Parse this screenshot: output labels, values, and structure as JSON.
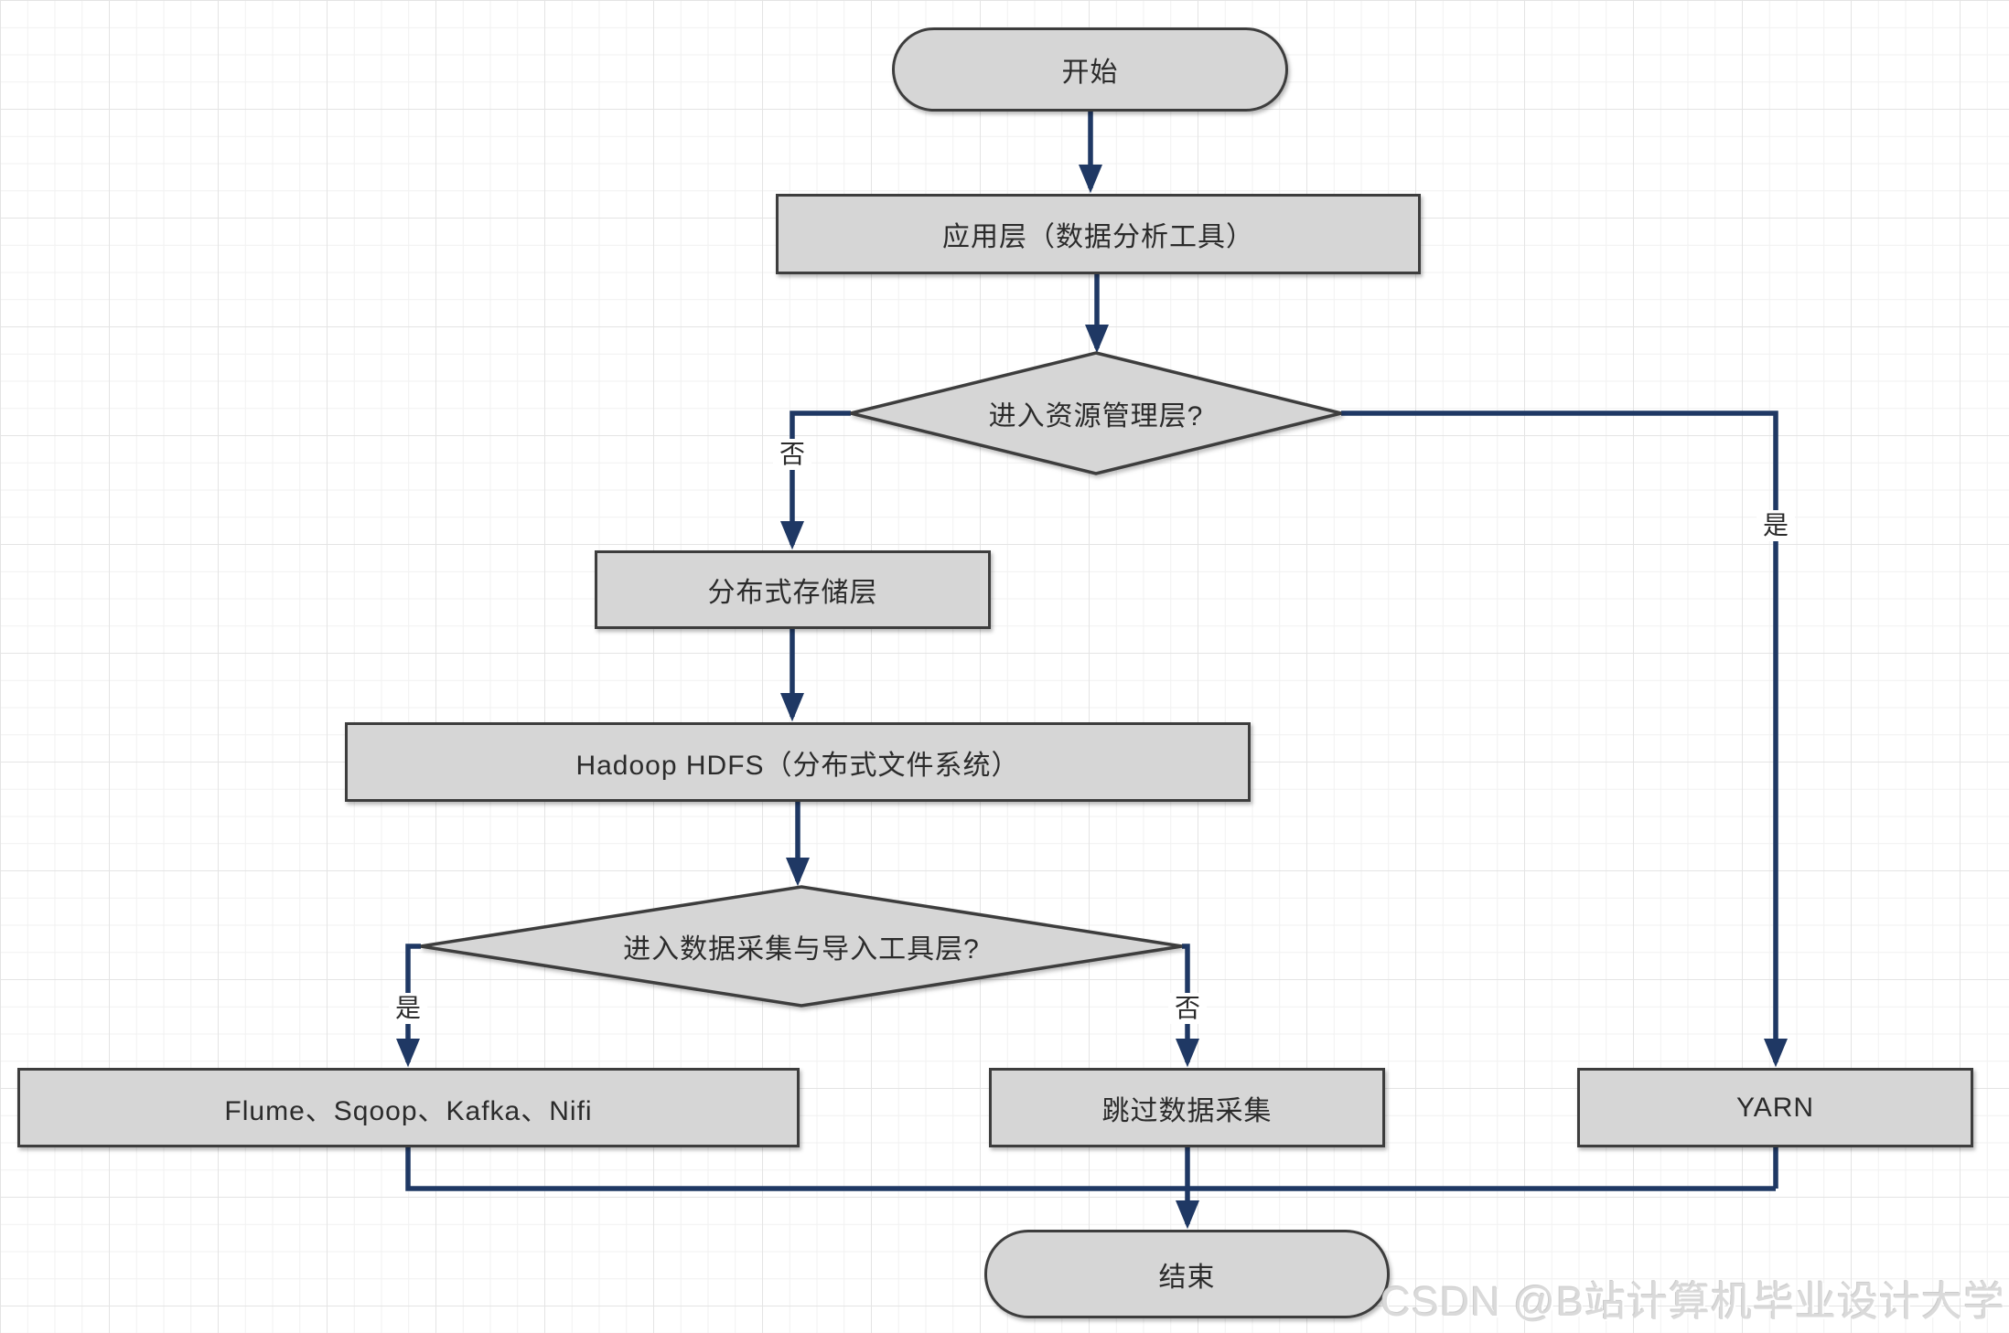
{
  "flowchart": {
    "nodes": {
      "start": "开始",
      "app_layer": "应用层（数据分析工具）",
      "decision_resource": "进入资源管理层?",
      "storage_layer": "分布式存储层",
      "hdfs": "Hadoop HDFS（分布式文件系统）",
      "decision_ingest": "进入数据采集与导入工具层?",
      "ingest_tools": "Flume、Sqoop、Kafka、Nifi",
      "skip_ingest": "跳过数据采集",
      "yarn": "YARN",
      "end": "结束"
    },
    "edge_labels": {
      "resource_no": "否",
      "resource_yes": "是",
      "ingest_yes": "是",
      "ingest_no": "否"
    },
    "colors": {
      "connector": "#1f3864",
      "node_fill": "#d6d6d6",
      "node_border": "#3d3d3d",
      "grid_minor": "#f1f1f1",
      "grid_major": "#e4e4e4"
    }
  },
  "watermark": {
    "text": "CSDN @B站计算机毕业设计大学"
  }
}
